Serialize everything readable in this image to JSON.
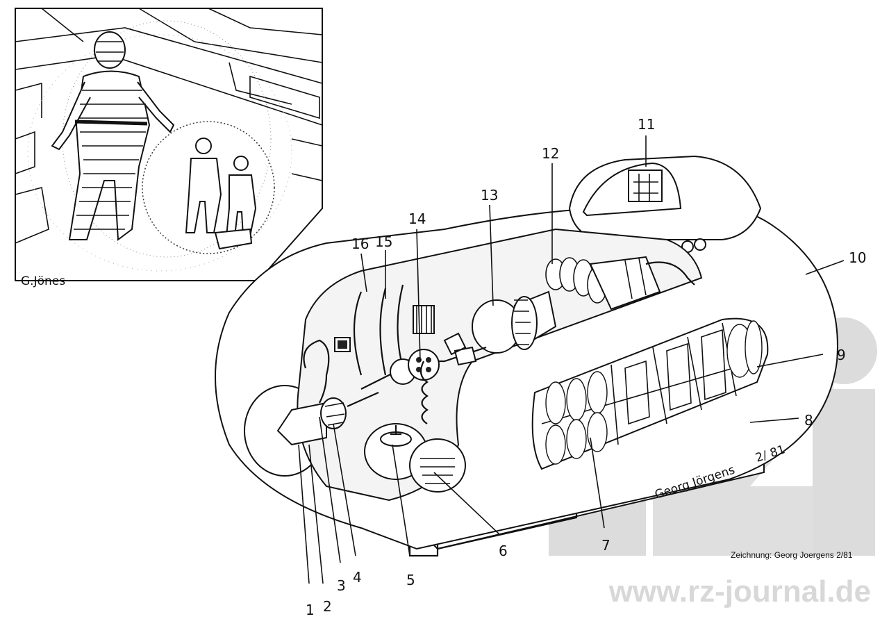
{
  "inset": {
    "signature": "G.Jönes"
  },
  "cutaway": {
    "labels": [
      {
        "id": "1",
        "text": "1"
      },
      {
        "id": "2",
        "text": "2"
      },
      {
        "id": "3",
        "text": "3"
      },
      {
        "id": "4",
        "text": "4"
      },
      {
        "id": "5",
        "text": "5"
      },
      {
        "id": "6",
        "text": "6"
      },
      {
        "id": "7",
        "text": "7"
      },
      {
        "id": "8",
        "text": "8"
      },
      {
        "id": "9",
        "text": "9"
      },
      {
        "id": "10",
        "text": "10"
      },
      {
        "id": "11",
        "text": "11"
      },
      {
        "id": "12",
        "text": "12"
      },
      {
        "id": "13",
        "text": "13"
      },
      {
        "id": "14",
        "text": "14"
      },
      {
        "id": "15",
        "text": "15"
      },
      {
        "id": "16",
        "text": "16"
      }
    ],
    "signature": "Georg Jörgens",
    "date": "2/ 81"
  },
  "credit": "Zeichnung: Georg Joergens 2/81",
  "watermark": "www.rz-journal.de"
}
